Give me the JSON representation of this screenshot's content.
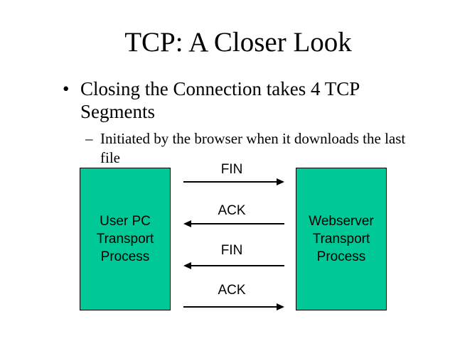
{
  "slide": {
    "title": "TCP: A Closer Look",
    "bullets": [
      {
        "marker": "•",
        "text": "Closing the Connection takes 4 TCP Segments"
      },
      {
        "marker": "–",
        "text": "Initiated by the browser when it downloads the last file"
      }
    ]
  },
  "diagram": {
    "left_box": {
      "lines": [
        "User PC",
        "Transport",
        "Process"
      ]
    },
    "right_box": {
      "lines": [
        "Webserver",
        "Transport",
        "Process"
      ]
    },
    "box_color": "#00c896",
    "messages": [
      {
        "label": "FIN",
        "direction": "right"
      },
      {
        "label": "ACK",
        "direction": "left"
      },
      {
        "label": "FIN",
        "direction": "left"
      },
      {
        "label": "ACK",
        "direction": "right"
      }
    ]
  }
}
